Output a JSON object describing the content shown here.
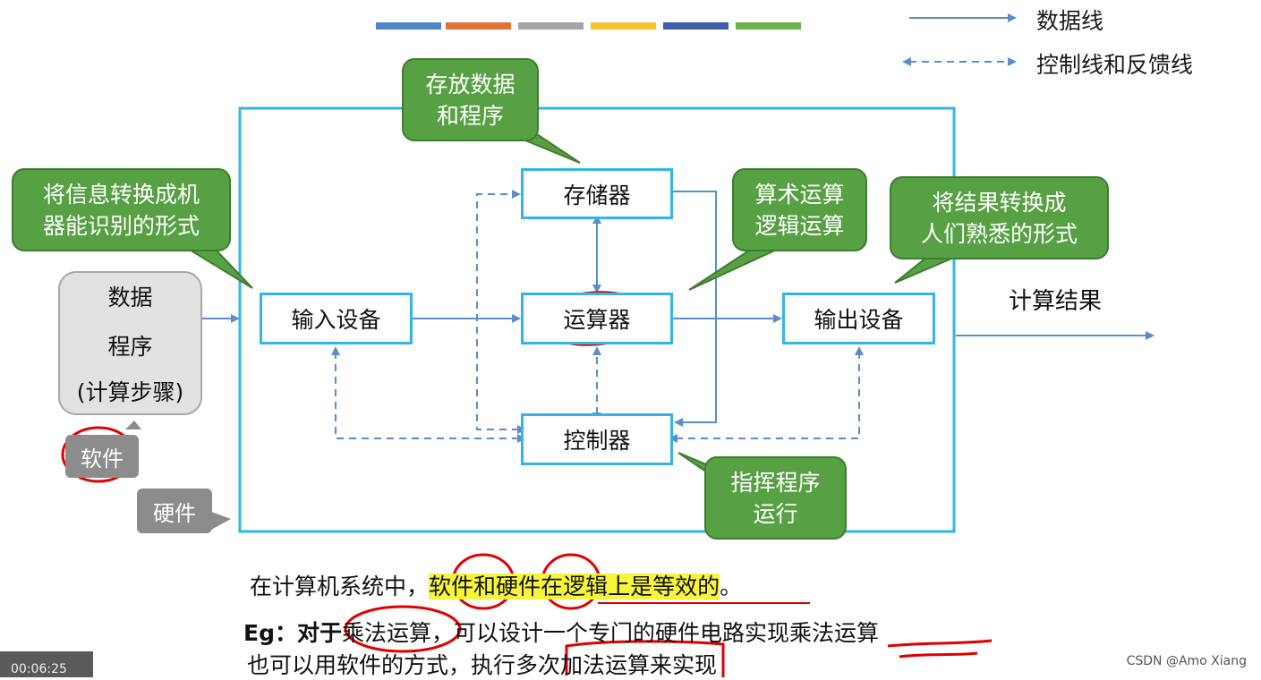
{
  "legend": {
    "data_line": "数据线",
    "control_line": "控制线和反馈线"
  },
  "colors": {
    "strip": [
      "#4f86c6",
      "#e2713a",
      "#a5a5a5",
      "#f6c231",
      "#3f5ea8",
      "#6bb34a"
    ],
    "box_border": "#33b5e5",
    "callout_fill": "#57a044",
    "arrow": "#5b8ec9",
    "annotation_red": "#e00000",
    "highlight": "#f7f53a"
  },
  "components": {
    "memory": "存储器",
    "input": "输入设备",
    "alu": "运算器",
    "output": "输出设备",
    "controller": "控制器"
  },
  "callouts": {
    "memory_note": "存放数据\n和程序",
    "input_note": "将信息转换成机\n器能识别的形式",
    "alu_note": "算术运算\n逻辑运算",
    "output_note": "将结果转换成\n人们熟悉的形式",
    "controller_note": "指挥程序\n运行"
  },
  "left_bubble": {
    "line1": "数据",
    "line2": "程序",
    "line3": "(计算步骤)"
  },
  "tags": {
    "software": "软件",
    "hardware": "硬件"
  },
  "result_label": "计算结果",
  "statement": {
    "prefix": "在计算机系统中，",
    "software": "软件",
    "and": "和",
    "hardware": "硬件",
    "rest": "在逻辑上是等效的",
    "end": "。"
  },
  "example": {
    "line1_a": "Eg：对于",
    "line1_b": "乘法运算",
    "line1_c": "，可以设计一个专门的硬件电路实现",
    "line1_d": "乘法运算",
    "line2_a": "也可以用软件的方式，执行",
    "line2_b": "多次加法运算",
    "line2_c": "来实现"
  },
  "video_time": "00:06:25",
  "watermark": "CSDN @Amo Xiang"
}
